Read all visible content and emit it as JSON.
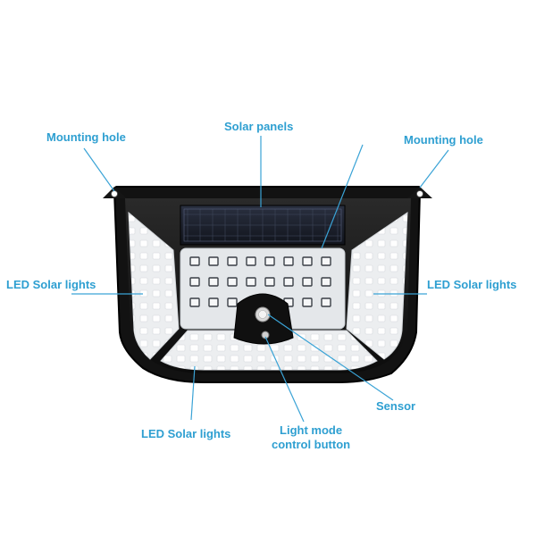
{
  "labels": {
    "mounting_hole_left": "Mounting hole",
    "solar_panels": "Solar panels",
    "mounting_hole_right": "Mounting hole",
    "led_left": "LED Solar lights",
    "led_right": "LED Solar lights",
    "sensor": "Sensor",
    "led_bottom": "LED Solar lights",
    "mode_line1": "Light mode",
    "mode_line2": "control button"
  },
  "colors": {
    "label_text": "#2e9fd1",
    "leader_line": "#3aa3d6",
    "housing": "#111111",
    "led_panel": "#eceef0",
    "led_chip": "#f6f7f8",
    "solar_cell": "#1a1f2e"
  }
}
